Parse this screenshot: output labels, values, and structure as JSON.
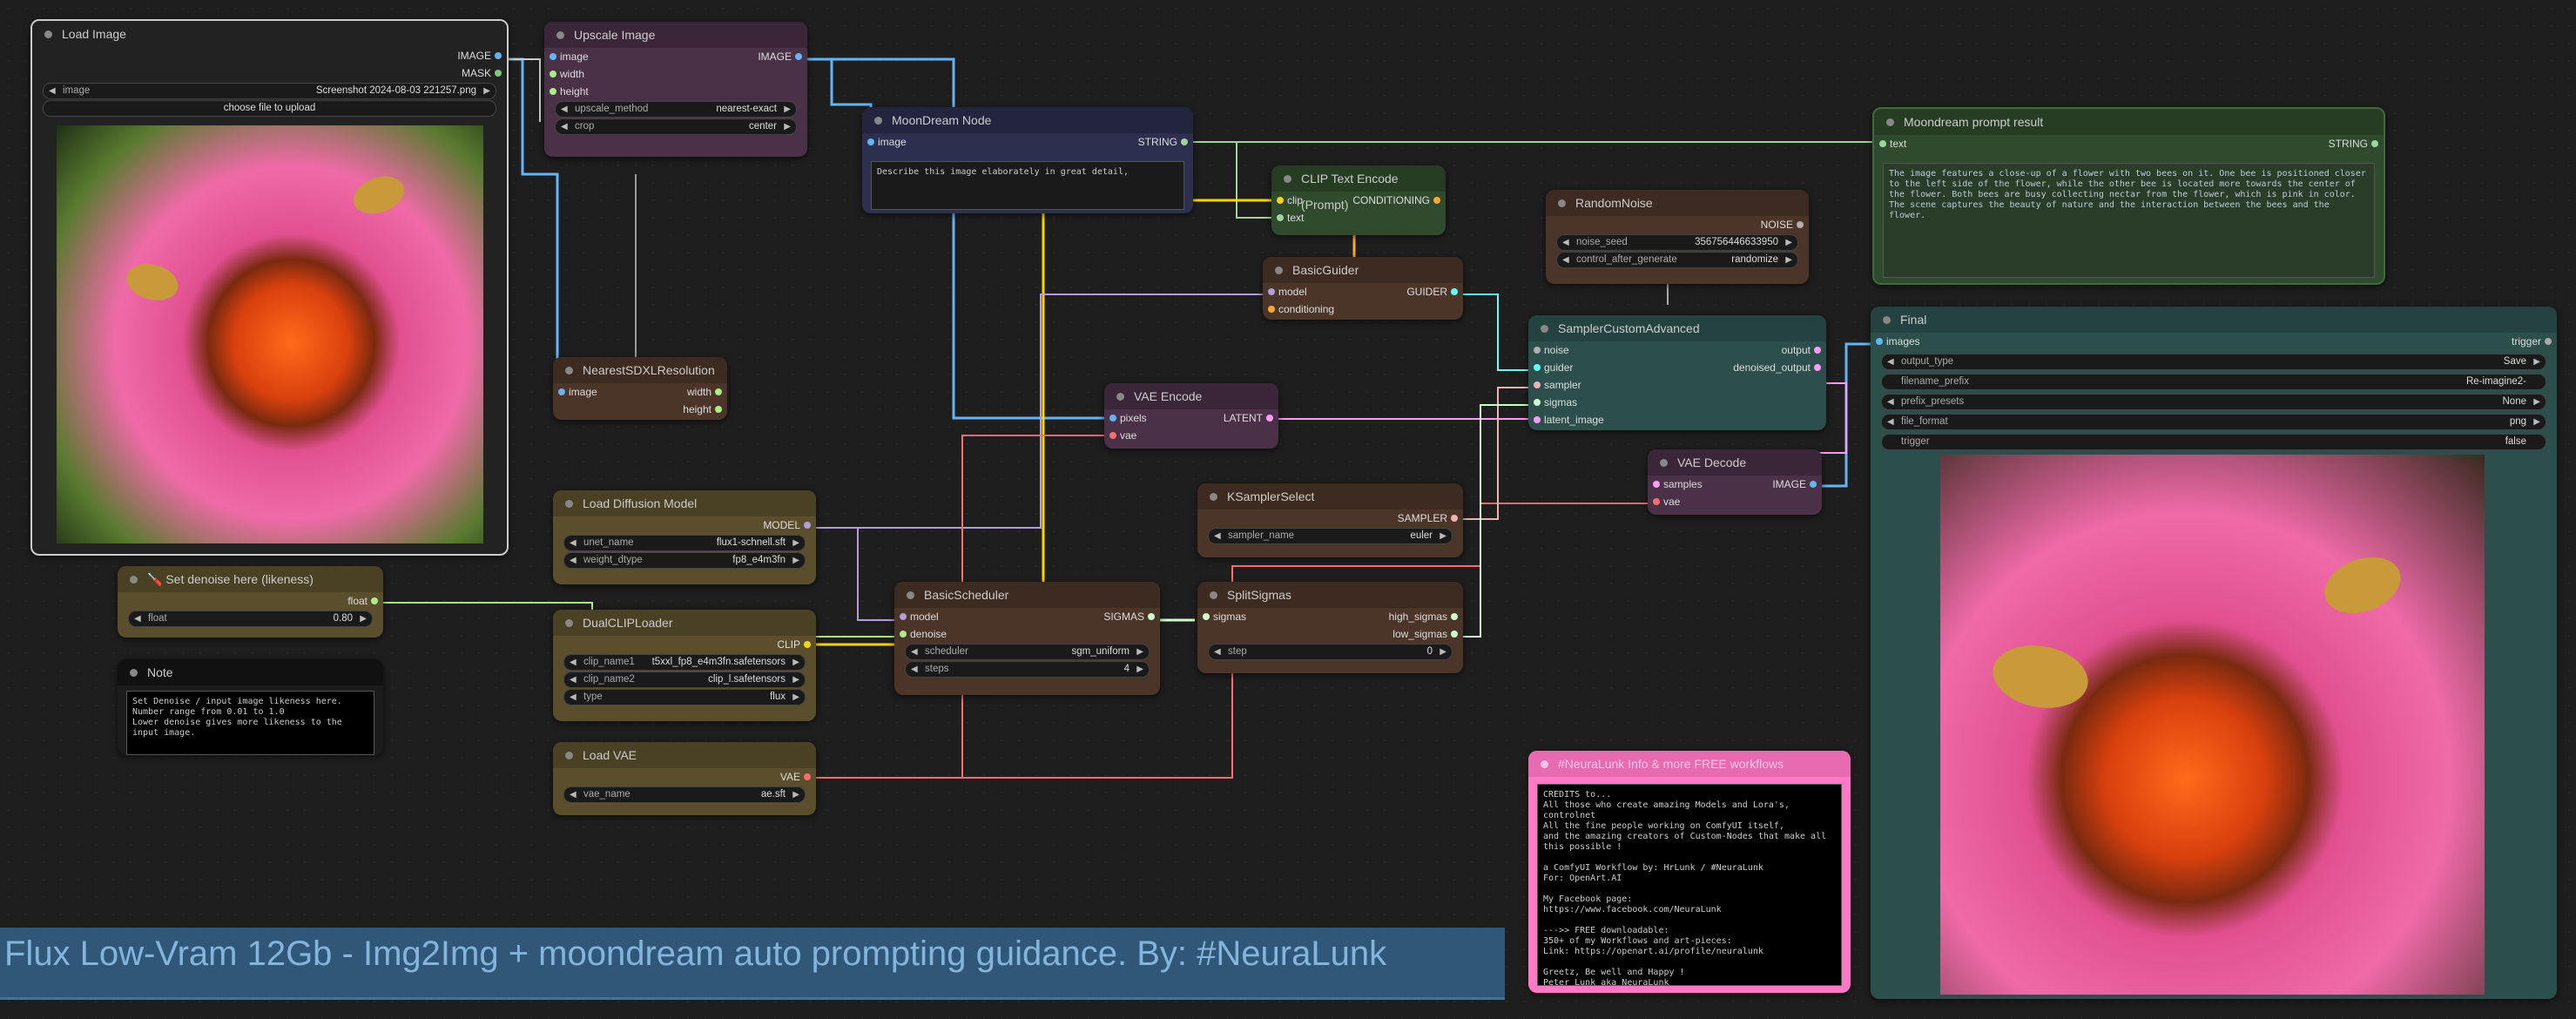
{
  "title_banner": "Flux Low-Vram 12Gb - Img2Img + moondream auto prompting guidance. By: #NeuraLunk",
  "nodes": {
    "load_image": {
      "title": "Load Image",
      "out1": "IMAGE",
      "out2": "MASK",
      "image_label": "image",
      "image_value": "Screenshot 2024-08-03 221257.png",
      "upload": "choose file to upload"
    },
    "upscale": {
      "title": "Upscale Image",
      "in1": "image",
      "in2": "width",
      "in3": "height",
      "out1": "IMAGE",
      "w1_label": "upscale_method",
      "w1_value": "nearest-exact",
      "w2_label": "crop",
      "w2_value": "center"
    },
    "nearest": {
      "title": "NearestSDXLResolution",
      "in1": "image",
      "out1": "width",
      "out2": "height"
    },
    "moondream": {
      "title": "MoonDream Node",
      "in1": "image",
      "out1": "STRING",
      "prompt": "Describe this image elaborately in great detail,"
    },
    "clip_encode": {
      "title": "CLIP Text Encode (Prompt)",
      "in1": "clip",
      "in2": "text",
      "out1": "CONDITIONING"
    },
    "moondream_result": {
      "title": "Moondream prompt result",
      "in1": "text",
      "out1": "STRING",
      "text": "The image features a close-up of a flower with two bees on it. One bee is positioned closer to the left side of the flower, while the other bee is located more towards the center of the flower. Both bees are busy collecting nectar from the flower, which is pink in color. The scene captures the beauty of nature and the interaction between the bees and the flower."
    },
    "random_noise": {
      "title": "RandomNoise",
      "out1": "NOISE",
      "w1_label": "noise_seed",
      "w1_value": "356756446633950",
      "w2_label": "control_after_generate",
      "w2_value": "randomize"
    },
    "basic_guider": {
      "title": "BasicGuider",
      "in1": "model",
      "in2": "conditioning",
      "out1": "GUIDER"
    },
    "sampler_custom": {
      "title": "SamplerCustomAdvanced",
      "in1": "noise",
      "in2": "guider",
      "in3": "sampler",
      "in4": "sigmas",
      "in5": "latent_image",
      "out1": "output",
      "out2": "denoised_output"
    },
    "vae_encode": {
      "title": "VAE Encode",
      "in1": "pixels",
      "in2": "vae",
      "out1": "LATENT"
    },
    "vae_decode": {
      "title": "VAE Decode",
      "in1": "samples",
      "in2": "vae",
      "out1": "IMAGE"
    },
    "load_diffusion": {
      "title": "Load Diffusion Model",
      "out1": "MODEL",
      "w1_label": "unet_name",
      "w1_value": "flux1-schnell.sft",
      "w2_label": "weight_dtype",
      "w2_value": "fp8_e4m3fn"
    },
    "ksampler_select": {
      "title": "KSamplerSelect",
      "out1": "SAMPLER",
      "w1_label": "sampler_name",
      "w1_value": "euler"
    },
    "set_denoise": {
      "title": "🪛 Set denoise here (likeness)",
      "out1": "float",
      "w1_label": "float",
      "w1_value": "0.80"
    },
    "basic_scheduler": {
      "title": "BasicScheduler",
      "in1": "model",
      "in2": "denoise",
      "out1": "SIGMAS",
      "w1_label": "scheduler",
      "w1_value": "sgm_uniform",
      "w2_label": "steps",
      "w2_value": "4"
    },
    "split_sigmas": {
      "title": "SplitSigmas",
      "in1": "sigmas",
      "out1": "high_sigmas",
      "out2": "low_sigmas",
      "w1_label": "step",
      "w1_value": "0"
    },
    "dual_clip": {
      "title": "DualCLIPLoader",
      "out1": "CLIP",
      "w1_label": "clip_name1",
      "w1_value": "t5xxl_fp8_e4m3fn.safetensors",
      "w2_label": "clip_name2",
      "w2_value": "clip_l.safetensors",
      "w3_label": "type",
      "w3_value": "flux"
    },
    "note": {
      "title": "Note",
      "text": "Set Denoise / input image likeness here.\nNumber range from 0.01 to 1.0\nLower denoise gives more likeness to the input image."
    },
    "load_vae": {
      "title": "Load VAE",
      "out1": "VAE",
      "w1_label": "vae_name",
      "w1_value": "ae.sft"
    },
    "info": {
      "title": "#NeuraLunk Info & more FREE workflows",
      "text": "CREDITS to...\nAll those who create amazing Models and Lora's, controlnet\nAll the fine people working on ComfyUI itself,\nand the amazing creators of Custom-Nodes that make all this possible !\n\na ComfyUI Workflow by: HrLunk / #NeuraLunk\nFor: OpenArt.AI\n\nMy Facebook page:\nhttps://www.facebook.com/NeuraLunk\n\n--->> FREE downloadable:\n350+ of my Workflows and art-pieces:\nLink: https://openart.ai/profile/neuralunk\n\nGreetz, Be well and Happy !\nPeter Lunk aka NeuraLunk"
    },
    "final": {
      "title": "Final",
      "in1": "images",
      "out1": "trigger",
      "w1_label": "output_type",
      "w1_value": "Save",
      "w2_label": "filename_prefix",
      "w2_value": "Re-imagine2-",
      "w3_label": "prefix_presets",
      "w3_value": "None",
      "w4_label": "file_format",
      "w4_value": "png",
      "w5_label": "trigger",
      "w5_value": "false"
    }
  },
  "colors": {
    "image": "#64b5f6",
    "model": "#b39ddb",
    "clip": "#ffd500",
    "conditioning": "#ffa931",
    "latent": "#ff9cf9",
    "vae": "#ff6e6e",
    "sampler": "#ecb4b4",
    "sigmas": "#cdffcd",
    "noise": "#b0b0b0",
    "guider": "#66ffff",
    "string": "#9fd49f",
    "float": "#aaee88"
  }
}
